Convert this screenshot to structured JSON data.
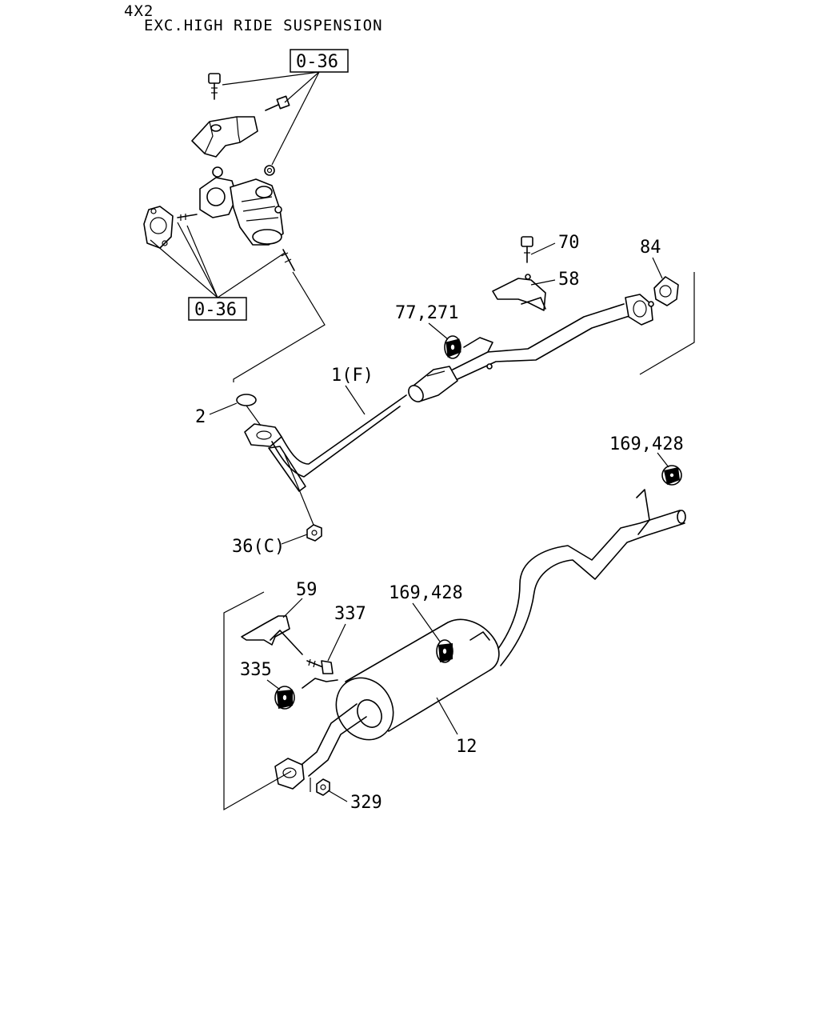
{
  "header": {
    "line1": "4X2",
    "line2": "EXC.HIGH RIDE SUSPENSION"
  },
  "refs": {
    "top": "0-36",
    "bottom": "0-36"
  },
  "callouts": {
    "p70": "70",
    "p58": "58",
    "p84": "84",
    "p77_271": "77,271",
    "p1f": "1(F)",
    "p2": "2",
    "p36c": "36(C)",
    "p169_428_top": "169,428",
    "p169_428_mid": "169,428",
    "p59": "59",
    "p337": "337",
    "p335": "335",
    "p12": "12",
    "p329": "329"
  }
}
